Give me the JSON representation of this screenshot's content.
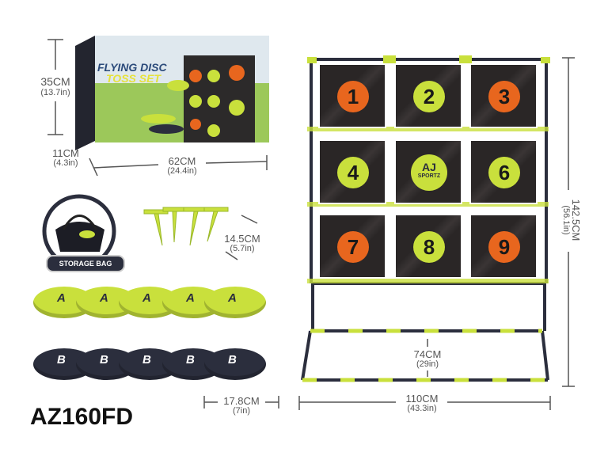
{
  "model": "AZ160FD",
  "box": {
    "title_line1": "FLYING DISC",
    "title_line2": "TOSS SET"
  },
  "dimensions": {
    "box_height": {
      "cm": "35CM",
      "in": "(13.7in)"
    },
    "box_depth": {
      "cm": "11CM",
      "in": "(4.3in)"
    },
    "box_width": {
      "cm": "62CM",
      "in": "(24.4in)"
    },
    "stake": {
      "cm": "14.5CM",
      "in": "(5.7in)"
    },
    "disc": {
      "cm": "17.8CM",
      "in": "(7in)"
    },
    "frame_height": {
      "cm": "142.5CM",
      "in": "(56.1in)"
    },
    "frame_width": {
      "cm": "110CM",
      "in": "(43.3in)"
    },
    "base_depth": {
      "cm": "74CM",
      "in": "(29in)"
    }
  },
  "storage_bag_label": "STORAGE BAG",
  "targets": [
    "1",
    "2",
    "3",
    "4",
    "",
    "6",
    "7",
    "8",
    "9"
  ],
  "logo": {
    "top": "AJ",
    "bottom": "SPORTZ"
  },
  "disc_letters": {
    "lime": "A",
    "navy": "B"
  },
  "colors": {
    "lime": "#c9e03c",
    "orange": "#e8661e",
    "navy": "#2b2e3d",
    "panel": "#2a2626"
  }
}
